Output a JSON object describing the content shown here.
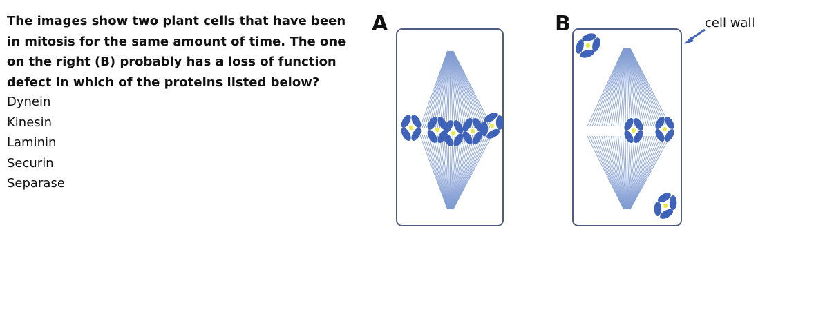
{
  "question": {
    "text": "The images show two plant cells that have been in mitosis for the same amount of time. The one on the right (B) probably has a loss of function defect in which of the proteins listed below?",
    "options": [
      "Dynein",
      "Kinesin",
      "Laminin",
      "Securin",
      "Separase"
    ]
  },
  "figure": {
    "panels": [
      {
        "label": "A",
        "description": "metaphase: all chromosomes aligned at plate"
      },
      {
        "label": "B",
        "description": "some chromosomes at poles"
      }
    ],
    "callout": "cell wall",
    "colors": {
      "cell_outline": "#4f5d82",
      "spindle": "#7f9bd2",
      "chromosome": "#3f63b8",
      "centromere": "#e8e84a",
      "arrow": "#3f63b8"
    }
  }
}
